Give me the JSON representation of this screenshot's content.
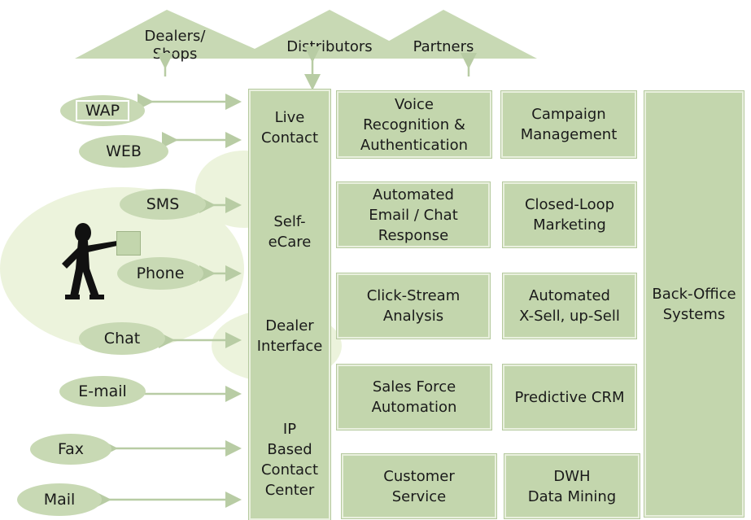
{
  "top_partners": [
    {
      "label": "Dealers/\nShops"
    },
    {
      "label": "Distributors"
    },
    {
      "label": "Partners"
    }
  ],
  "channels": [
    {
      "label": "WAP"
    },
    {
      "label": "WEB"
    },
    {
      "label": "SMS"
    },
    {
      "label": "Phone"
    },
    {
      "label": "Chat"
    },
    {
      "label": "E-mail"
    },
    {
      "label": "Fax"
    },
    {
      "label": "Mail"
    }
  ],
  "contact_column": [
    {
      "label": "Live\nContact"
    },
    {
      "label": "Self-\neCare"
    },
    {
      "label": "Dealer\nInterface"
    },
    {
      "label": "IP\nBased\nContact\nCenter"
    }
  ],
  "modules_left": [
    {
      "label": "Voice\nRecognition &\nAuthentication"
    },
    {
      "label": "Automated\nEmail / Chat\nResponse"
    },
    {
      "label": "Click-Stream\nAnalysis"
    },
    {
      "label": "Sales Force\nAutomation"
    },
    {
      "label": "Customer\nService"
    }
  ],
  "modules_right": [
    {
      "label": "Campaign\nManagement"
    },
    {
      "label": "Closed-Loop\nMarketing"
    },
    {
      "label": "Automated\nX-Sell, up-Sell"
    },
    {
      "label": "Predictive CRM"
    },
    {
      "label": "DWH\nData Mining"
    }
  ],
  "back_office": {
    "label": "Back-Office\nSystems"
  },
  "colors": {
    "box_fill": "#c3d6ad",
    "oval_fill": "#c8d9b4",
    "arrow": "#b8cca4",
    "background_leaf": "#ecf3dc"
  }
}
